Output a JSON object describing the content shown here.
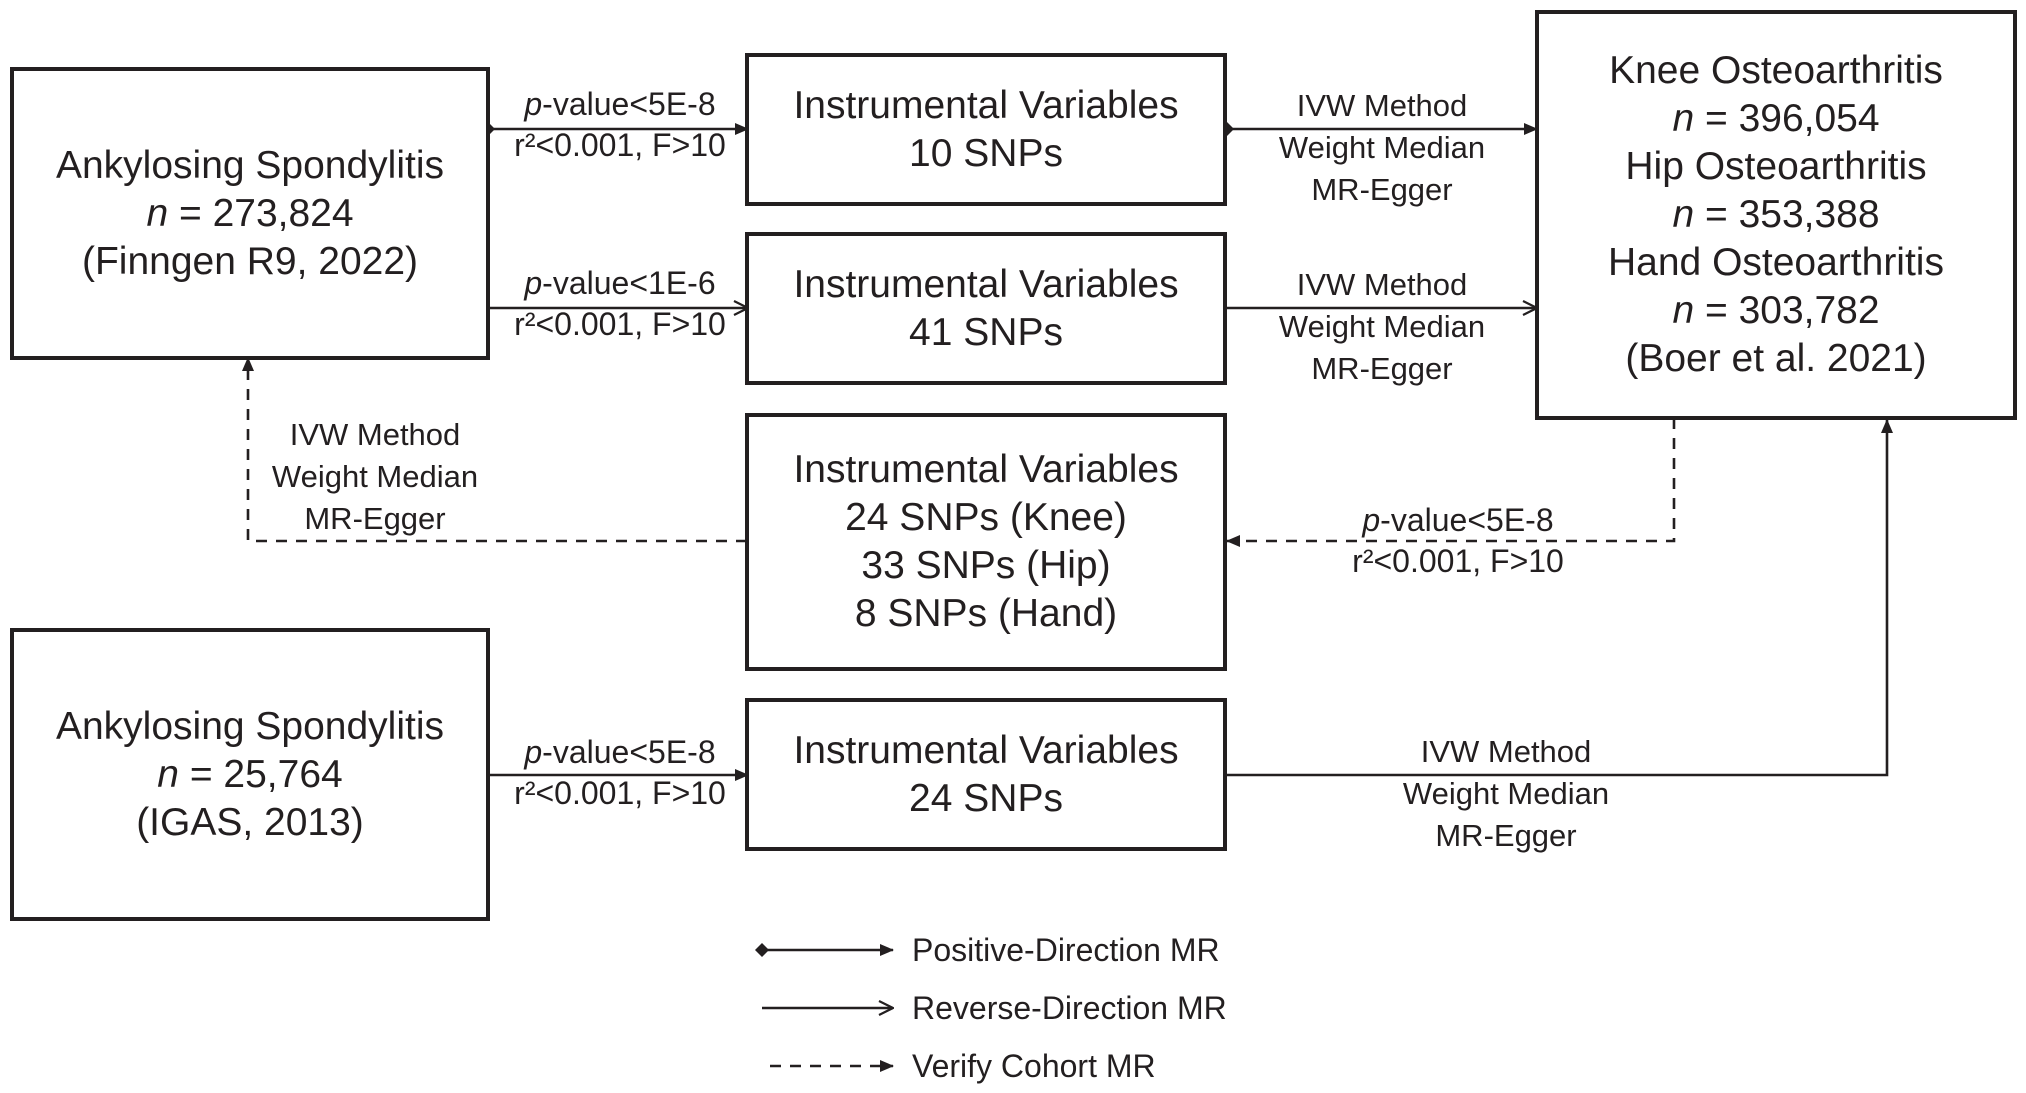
{
  "as_finngen": {
    "title": "Ankylosing Spondylitis",
    "n_prefix": "n",
    "n_value": " = 273,824",
    "source": "(Finngen R9, 2022)"
  },
  "as_igas": {
    "title": "Ankylosing Spondylitis",
    "n_prefix": "n",
    "n_value": " = 25,764",
    "source": "(IGAS, 2013)"
  },
  "oa": {
    "knee": "Knee Osteoarthritis",
    "knee_n_prefix": "n",
    "knee_n": " = 396,054",
    "hip": "Hip Osteoarthritis",
    "hip_n_prefix": "n",
    "hip_n": " = 353,388",
    "hand": "Hand Osteoarthritis",
    "hand_n_prefix": "n",
    "hand_n": " = 303,782",
    "source": "(Boer et al. 2021)"
  },
  "iv": {
    "title": "Instrumental Variables",
    "box1": "10 SNPs",
    "box2": "41 SNPs",
    "box3_knee": "24 SNPs (Knee)",
    "box3_hip": "33 SNPs (Hip)",
    "box3_hand": "8 SNPs (Hand)",
    "box4": "24 SNPs"
  },
  "thresholds": {
    "p_prefix": "p",
    "p_5e8": "-value<5E-8",
    "p_1e6": "-value<1E-6",
    "r2_f": "r²<0.001, F>10"
  },
  "methods": {
    "ivw": "IVW Method",
    "wm": "Weight Median",
    "egger": "MR-Egger"
  },
  "legend": {
    "positive": "Positive-Direction MR",
    "reverse": "Reverse-Direction MR",
    "verify": "Verify Cohort MR"
  },
  "colors": {
    "ink": "#231f20",
    "background": "#ffffff"
  }
}
